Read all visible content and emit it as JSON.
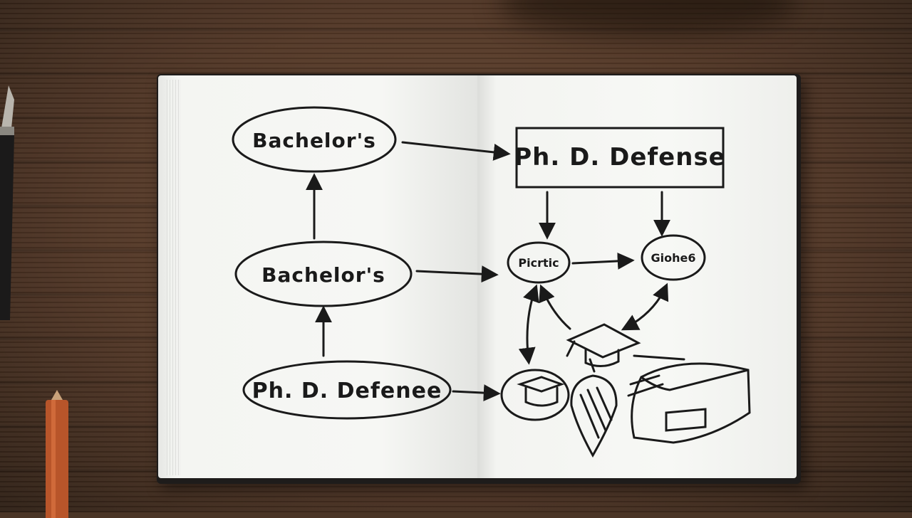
{
  "notebook": {
    "left_page": {
      "nodes": [
        {
          "id": "top",
          "label": "Bachelor's"
        },
        {
          "id": "middle",
          "label": "Bachelor's"
        },
        {
          "id": "bottom",
          "label": "Ph. D. Defenee"
        }
      ]
    },
    "right_page": {
      "nodes": [
        {
          "id": "box",
          "label": "Ph. D. Defense"
        },
        {
          "id": "circle-left",
          "label": "Picrtic"
        },
        {
          "id": "circle-right",
          "label": "Giohe6"
        }
      ]
    }
  },
  "icons": [
    "graduation-cap-icon",
    "graduation-cap-pot-icon",
    "location-pin-icon",
    "suitcase-icon",
    "fountain-pen-icon",
    "pencil-icon"
  ],
  "colors": {
    "ink": "#1a1a1a",
    "paper": "#f6f7f4",
    "desk": "#523726"
  }
}
